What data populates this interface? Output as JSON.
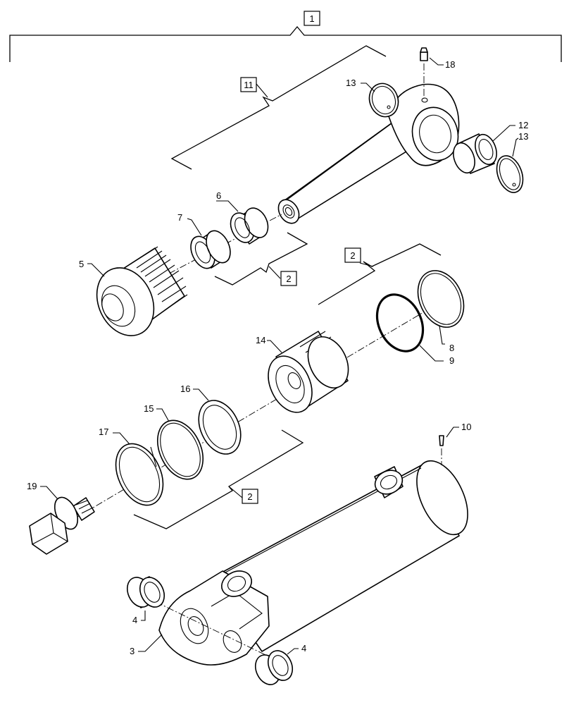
{
  "diagram": {
    "assembly_labels": {
      "assembly_main": "1",
      "sub_rod": "11",
      "sub_seal_a": "2",
      "sub_seal_b": "2",
      "sub_seal_c": "2"
    },
    "callouts": {
      "p3": "3",
      "p4a": "4",
      "p4b": "4",
      "p5": "5",
      "p6": "6",
      "p7": "7",
      "p8": "8",
      "p9": "9",
      "p10": "10",
      "p12": "12",
      "p13a": "13",
      "p13b": "13",
      "p14": "14",
      "p15": "15",
      "p16": "16",
      "p17": "17",
      "p18": "18",
      "p19": "19"
    }
  }
}
